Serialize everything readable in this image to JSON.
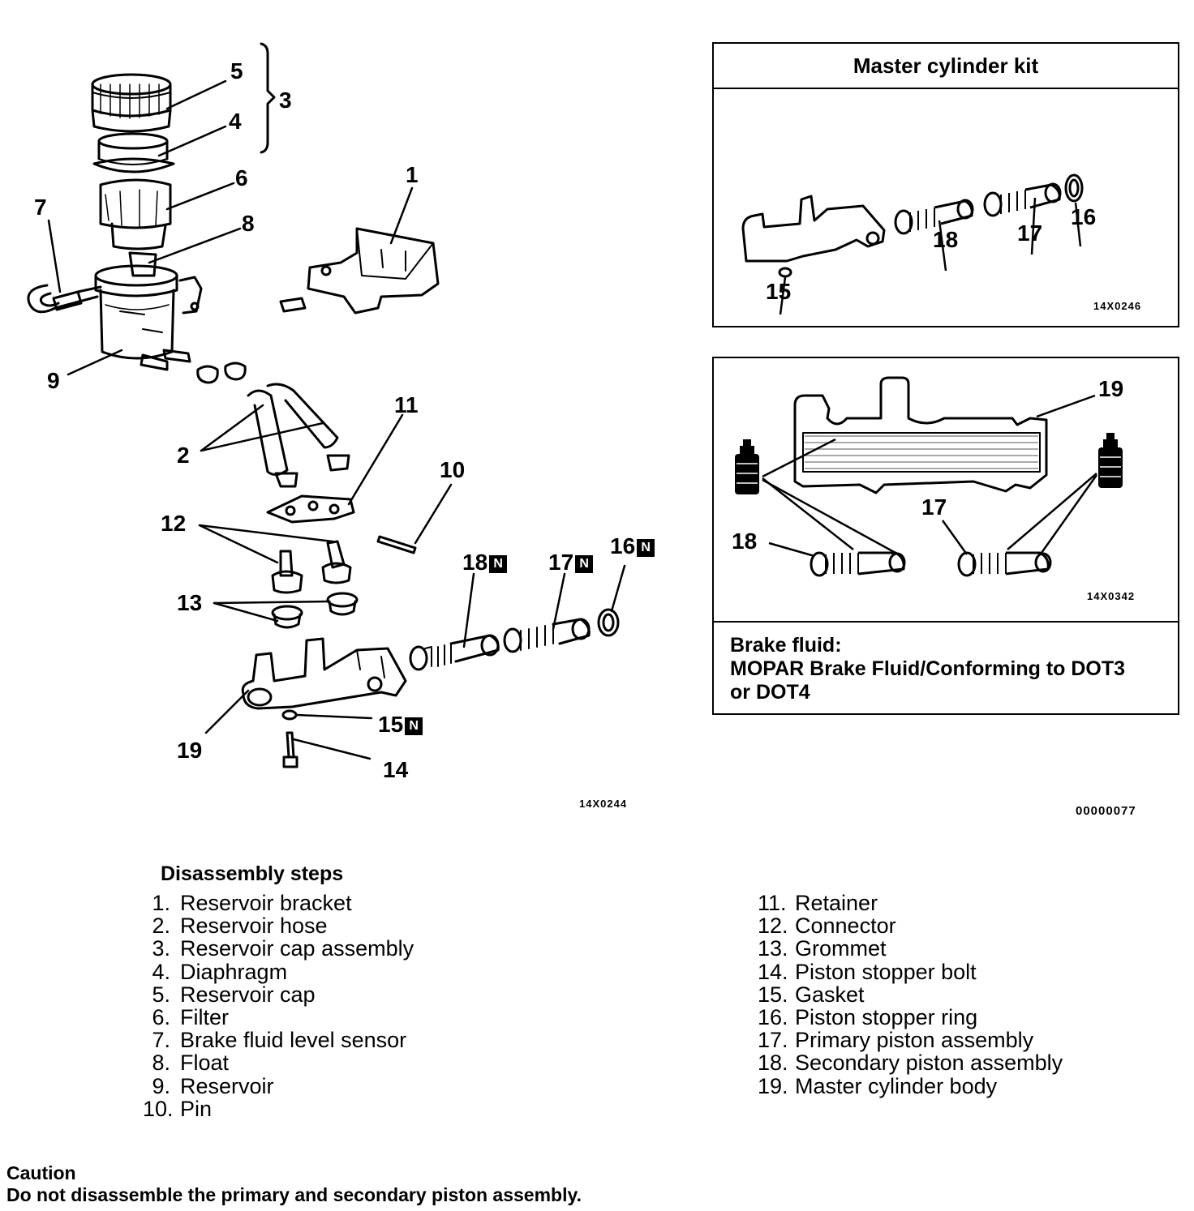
{
  "main_labels": {
    "l1": "1",
    "l2": "2",
    "l3": "3",
    "l4": "4",
    "l5": "5",
    "l6": "6",
    "l7": "7",
    "l8": "8",
    "l9": "9",
    "l10": "10",
    "l11": "11",
    "l12": "12",
    "l13": "13",
    "l14": "14",
    "l15": "15",
    "l16": "16",
    "l17": "17",
    "l18": "18",
    "l19": "19",
    "n_mark": "N"
  },
  "main_code": "14X0244",
  "kit_panel": {
    "title": "Master cylinder kit",
    "labels": {
      "l15": "15",
      "l16": "16",
      "l17": "17",
      "l18": "18"
    },
    "code": "14X0246"
  },
  "fluid_panel": {
    "labels": {
      "l17": "17",
      "l18": "18",
      "l19": "19"
    },
    "code": "14X0342",
    "line1": "Brake fluid:",
    "line2": "MOPAR Brake Fluid/Conforming to DOT3",
    "line3": "or DOT4"
  },
  "doc_code": "00000077",
  "disassembly": {
    "title": "Disassembly steps",
    "left": [
      {
        "num": "1.",
        "text": "Reservoir bracket"
      },
      {
        "num": "2.",
        "text": "Reservoir hose"
      },
      {
        "num": "3.",
        "text": "Reservoir cap assembly"
      },
      {
        "num": "4.",
        "text": "Diaphragm"
      },
      {
        "num": "5.",
        "text": "Reservoir cap"
      },
      {
        "num": "6.",
        "text": "Filter"
      },
      {
        "num": "7.",
        "text": "Brake fluid level sensor"
      },
      {
        "num": "8.",
        "text": "Float"
      },
      {
        "num": "9.",
        "text": "Reservoir"
      },
      {
        "num": "10.",
        "text": "Pin"
      }
    ],
    "right": [
      {
        "num": "11.",
        "text": "Retainer"
      },
      {
        "num": "12.",
        "text": "Connector"
      },
      {
        "num": "13.",
        "text": "Grommet"
      },
      {
        "num": "14.",
        "text": "Piston stopper bolt"
      },
      {
        "num": "15.",
        "text": "Gasket"
      },
      {
        "num": "16.",
        "text": "Piston stopper ring"
      },
      {
        "num": "17.",
        "text": "Primary piston assembly"
      },
      {
        "num": "18.",
        "text": "Secondary piston assembly"
      },
      {
        "num": "19.",
        "text": "Master cylinder body"
      }
    ]
  },
  "caution": {
    "title": "Caution",
    "text": "Do not disassemble the primary and secondary piston assembly."
  }
}
